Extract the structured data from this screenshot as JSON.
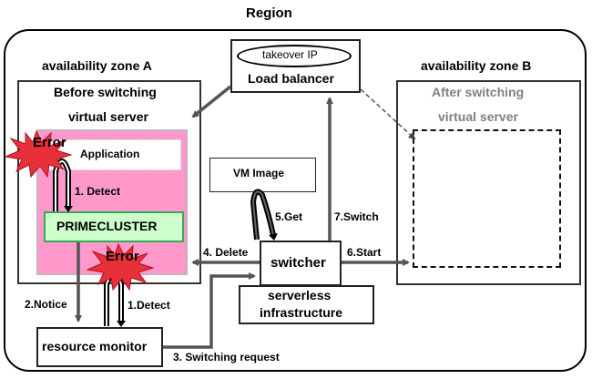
{
  "region": {
    "title": "Region"
  },
  "zone_a": {
    "title": "availability zone A",
    "before_switching": "Before switching",
    "virtual_server": "virtual server",
    "application": "Application",
    "primecluster": "PRIMECLUSTER",
    "error_app": "Error",
    "detect_app": "1. Detect",
    "pink_color": "#ff99cc",
    "primecluster_color": "#ccffcc",
    "primecluster_border": "#33aa55"
  },
  "zone_b": {
    "title": "availability zone B",
    "after_switching": "After switching",
    "virtual_server": "virtual server",
    "muted_color": "#808080"
  },
  "load_balancer": {
    "takeover_ip": "takeover IP",
    "label": "Load balancer"
  },
  "vm_image": {
    "label": "VM Image"
  },
  "switcher": {
    "label": "switcher"
  },
  "serverless": {
    "line1": "serverless",
    "line2": "infrastructure"
  },
  "resource_monitor": {
    "label": "resource monitor",
    "error": "Error",
    "detect": "1.Detect"
  },
  "steps": {
    "notice": "2.Notice",
    "switching_request": "3. Switching request",
    "delete": "4. Delete",
    "get": "5.Get",
    "start": "6.Start",
    "switch": "7.Switch"
  },
  "colors": {
    "error_burst": "#e8303a",
    "arrow_gray": "#555555"
  }
}
